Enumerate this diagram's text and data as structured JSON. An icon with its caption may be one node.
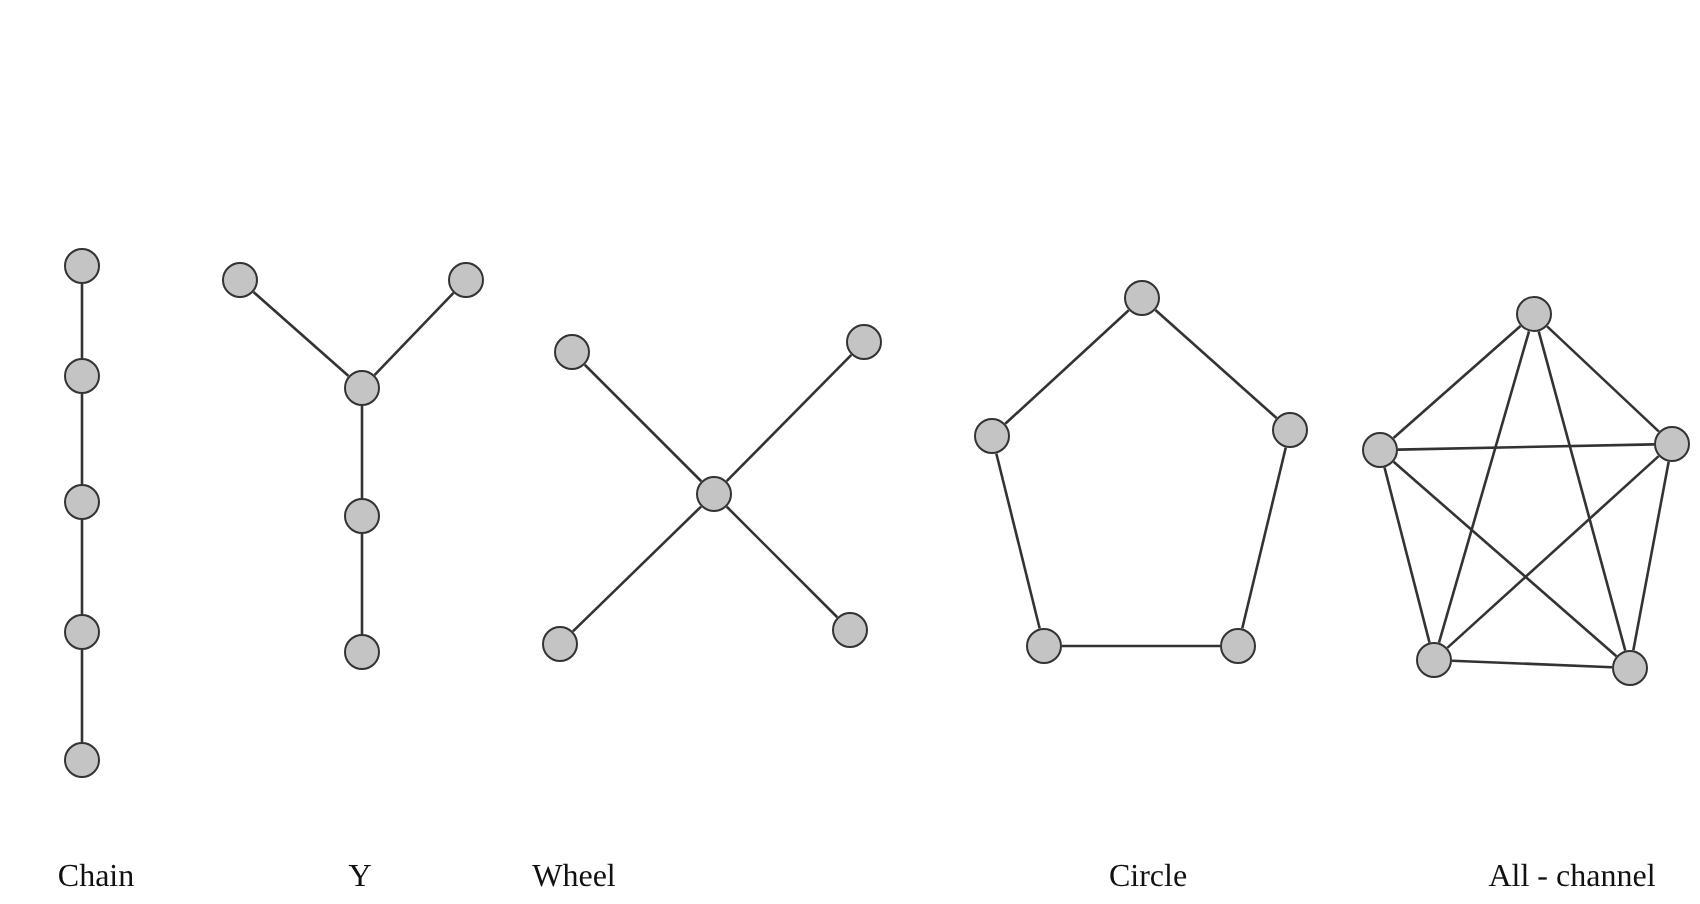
{
  "diagram": {
    "nodes": [
      {
        "text": [],
        "shape": "circle"
      },
      {
        "text": [],
        "shape": "circle"
      },
      {
        "text": [],
        "shape": "circle"
      },
      {
        "text": [],
        "shape": "circle"
      },
      {
        "text": [],
        "shape": "circle"
      },
      {
        "text": [],
        "shape": "circle"
      },
      {
        "text": [],
        "shape": "circle"
      },
      {
        "text": [],
        "shape": "circle"
      },
      {
        "text": [],
        "shape": "circle"
      },
      {
        "text": [],
        "shape": "circle"
      },
      {
        "text": [],
        "shape": "circle"
      },
      {
        "text": [],
        "shape": "circle"
      },
      {
        "text": [],
        "shape": "circle"
      },
      {
        "text": [],
        "shape": "circle"
      },
      {
        "text": [],
        "shape": "circle"
      },
      {
        "text": [],
        "shape": "circle"
      },
      {
        "text": [],
        "shape": "circle"
      },
      {
        "text": [],
        "shape": "circle"
      },
      {
        "text": [],
        "shape": "circle"
      },
      {
        "text": [],
        "shape": "circle"
      },
      {
        "text": [],
        "shape": "circle"
      },
      {
        "text": [],
        "shape": "circle"
      },
      {
        "text": [],
        "shape": "circle"
      },
      {
        "text": [],
        "shape": "circle"
      },
      {
        "text": [],
        "shape": "circle"
      }
    ],
    "edges": [
      {
        "from": 0,
        "to": 1,
        "arrow": "none"
      },
      {
        "from": 1,
        "to": 2,
        "arrow": "none"
      },
      {
        "from": 2,
        "to": 3,
        "arrow": "none"
      },
      {
        "from": 3,
        "to": 4,
        "arrow": "none"
      },
      {
        "from": 5,
        "to": 7,
        "arrow": "none"
      },
      {
        "from": 6,
        "to": 7,
        "arrow": "none"
      },
      {
        "from": 7,
        "to": 8,
        "arrow": "none"
      },
      {
        "from": 8,
        "to": 9,
        "arrow": "none"
      },
      {
        "from": 10,
        "to": 12,
        "arrow": "none"
      },
      {
        "from": 11,
        "to": 12,
        "arrow": "none"
      },
      {
        "from": 12,
        "to": 13,
        "arrow": "none"
      },
      {
        "from": 12,
        "to": 14,
        "arrow": "none"
      },
      {
        "from": 15,
        "to": 16,
        "arrow": "none"
      },
      {
        "from": 15,
        "to": 17,
        "arrow": "none"
      },
      {
        "from": 16,
        "to": 18,
        "arrow": "none"
      },
      {
        "from": 17,
        "to": 19,
        "arrow": "none"
      },
      {
        "from": 18,
        "to": 19,
        "arrow": "none"
      },
      {
        "from": 20,
        "to": 21,
        "arrow": "none"
      },
      {
        "from": 20,
        "to": 22,
        "arrow": "none"
      },
      {
        "from": 20,
        "to": 23,
        "arrow": "none"
      },
      {
        "from": 20,
        "to": 24,
        "arrow": "none"
      },
      {
        "from": 21,
        "to": 22,
        "arrow": "none"
      },
      {
        "from": 21,
        "to": 23,
        "arrow": "none"
      },
      {
        "from": 21,
        "to": 24,
        "arrow": "none"
      },
      {
        "from": 22,
        "to": 23,
        "arrow": "none"
      },
      {
        "from": 22,
        "to": 24,
        "arrow": "none"
      },
      {
        "from": 23,
        "to": 24,
        "arrow": "none"
      }
    ],
    "labels": [
      "Chain",
      "Y",
      "Wheel",
      "Circle",
      "All - channel"
    ]
  }
}
